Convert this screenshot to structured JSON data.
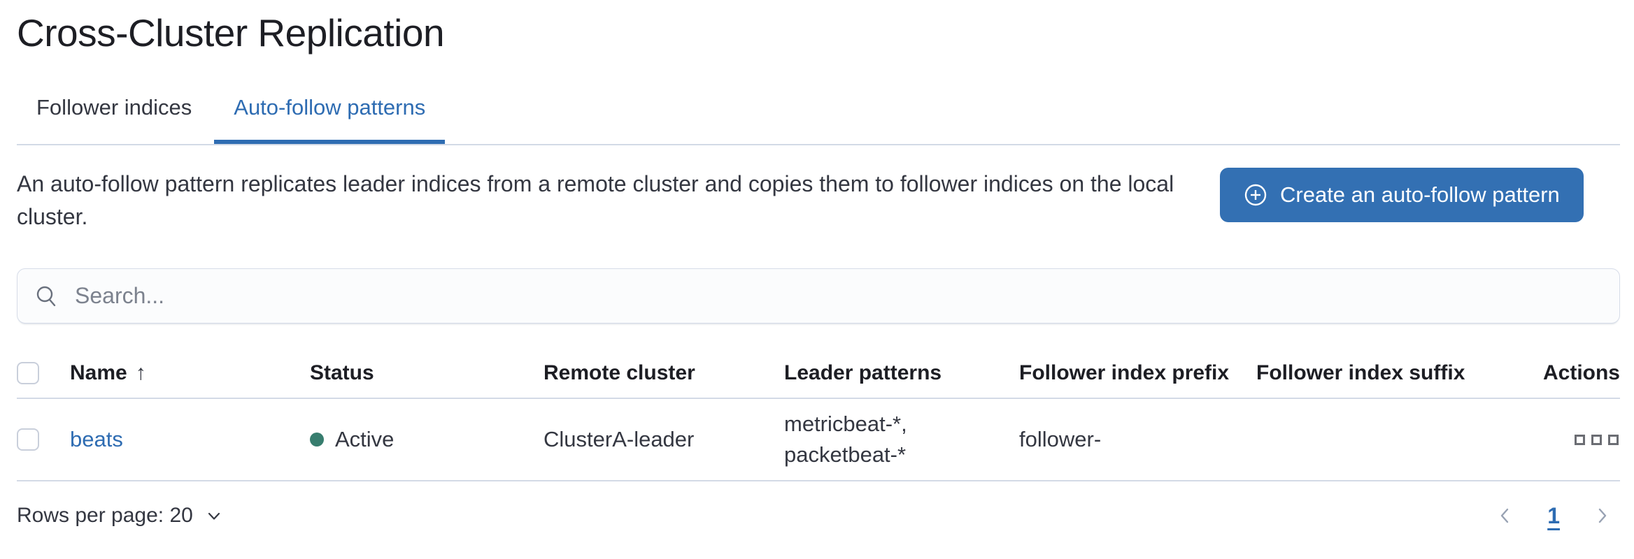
{
  "page": {
    "title": "Cross-Cluster Replication"
  },
  "tabs": [
    {
      "label": "Follower indices",
      "active": false
    },
    {
      "label": "Auto-follow patterns",
      "active": true
    }
  ],
  "description": "An auto-follow pattern replicates leader indices from a remote cluster and copies them to follower indices on the local cluster.",
  "create_button": {
    "label": "Create an auto-follow pattern",
    "icon": "plus-in-circle-icon"
  },
  "search": {
    "placeholder": "Search...",
    "value": "",
    "icon": "search-icon"
  },
  "table": {
    "columns": [
      "Name",
      "Status",
      "Remote cluster",
      "Leader patterns",
      "Follower index prefix",
      "Follower index suffix",
      "Actions"
    ],
    "sort": {
      "column": "Name",
      "direction": "ascending"
    },
    "rows": [
      {
        "name": "beats",
        "status": "Active",
        "remote_cluster": "ClusterA-leader",
        "leader_patterns": "metricbeat-*, packetbeat-*",
        "leader_patterns_lines": [
          "metricbeat-*,",
          "packetbeat-*"
        ],
        "follower_index_prefix": "follower-",
        "follower_index_suffix": "",
        "actions_icon": "boxes-horizontal-icon"
      }
    ]
  },
  "footer": {
    "rows_per_page_label": "Rows per page: 20",
    "pagination": {
      "current_page": "1",
      "prev_enabled": false,
      "next_enabled": false
    }
  },
  "icons": {
    "sort_ascending": "↑"
  },
  "colors": {
    "primary_button": "#3370b3",
    "link_blue": "#2e6cb2",
    "tab_underline": "#2e6cb2",
    "status_active_dot": "#377d6e",
    "border_gray": "#d3dae6",
    "text_dark": "#1d1e24",
    "text_body": "#343741",
    "placeholder_gray": "#7c828e",
    "pagination_disabled": "#98a2b3"
  }
}
